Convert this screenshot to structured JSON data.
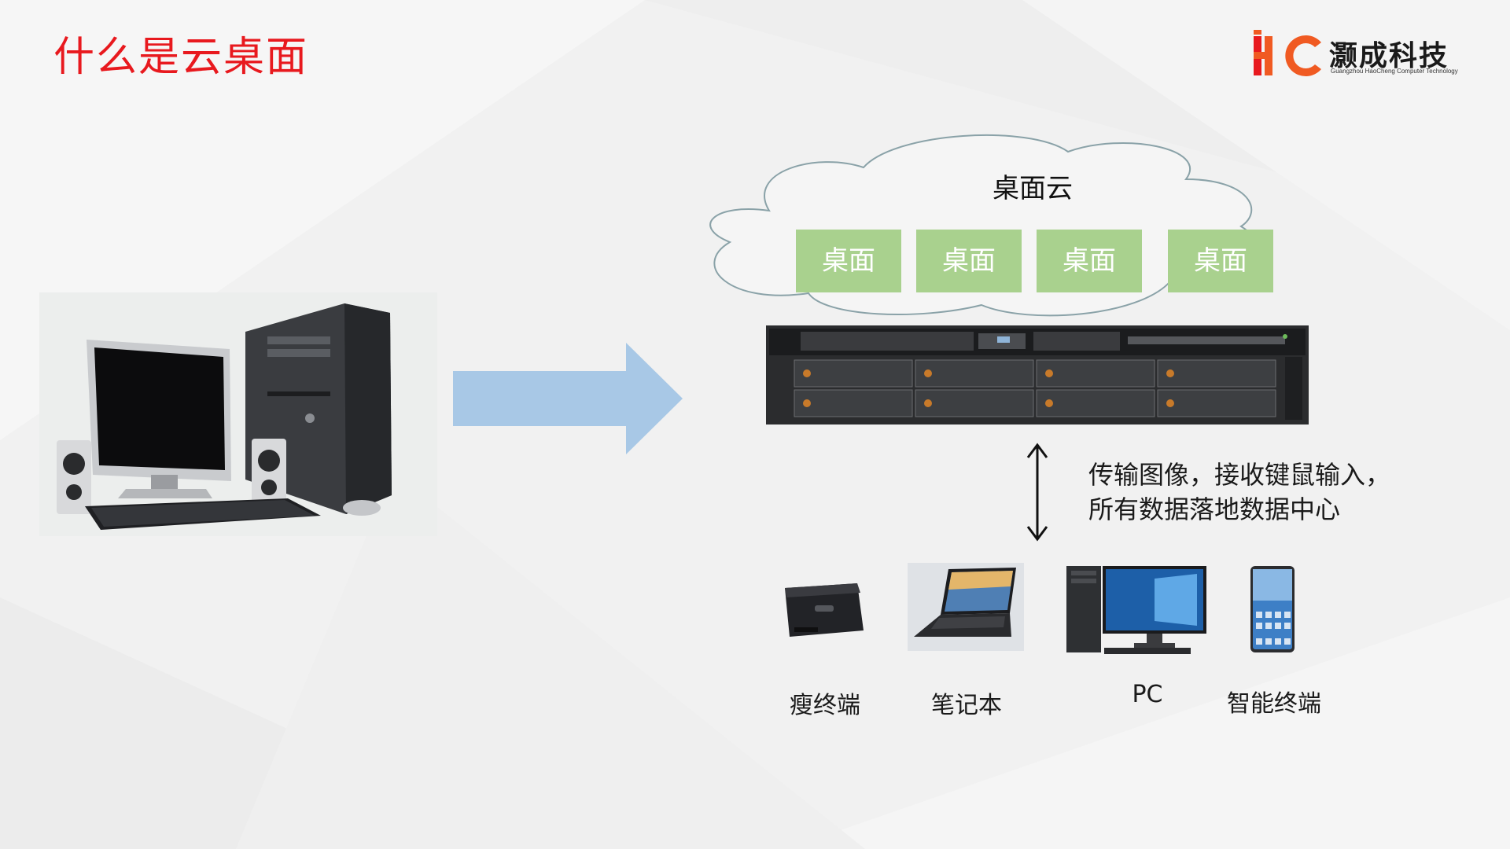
{
  "slide": {
    "title": "什么是云桌面"
  },
  "logo": {
    "mark": "HC",
    "name": "灏成科技",
    "subtitle": "Guangzhou HaoCheng Computer Technology"
  },
  "cloud": {
    "title": "桌面云",
    "desktops": [
      "桌面",
      "桌面",
      "桌面",
      "桌面"
    ]
  },
  "note": {
    "line1": "传输图像，接收键鼠输入，",
    "line2": "所有数据落地数据中心"
  },
  "devices": [
    {
      "label": "瘦终端",
      "icon": "thin-client-icon"
    },
    {
      "label": "笔记本",
      "icon": "laptop-icon"
    },
    {
      "label": "PC",
      "icon": "pc-icon"
    },
    {
      "label": "智能终端",
      "icon": "smartphone-icon"
    }
  ],
  "colors": {
    "title": "#e8191e",
    "desktop_box": "#a9d18e",
    "big_arrow": "#a8c8e6",
    "logo_orange": "#f05a22",
    "logo_red": "#e8191e"
  }
}
